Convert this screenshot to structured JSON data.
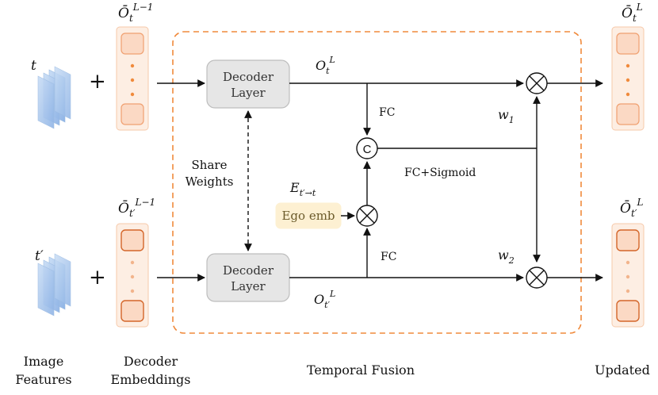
{
  "inputs": {
    "t_label": "t",
    "t_prime_label": "t′",
    "plus": "+"
  },
  "embeddings": {
    "top_label": "Ō",
    "top_sub": "t",
    "top_sup": "L−1",
    "bottom_label": "Ō",
    "bottom_sub": "t′",
    "bottom_sup": "L−1"
  },
  "decoder": {
    "top_line1": "Decoder",
    "top_line2": "Layer",
    "bottom_line1": "Decoder",
    "bottom_line2": "Layer",
    "share_line1": "Share",
    "share_line2": "Weights"
  },
  "fusion": {
    "out_top": "O",
    "out_top_sub": "t",
    "out_top_sup": "L",
    "out_bottom": "O",
    "out_bottom_sub": "t′",
    "out_bottom_sup": "L",
    "fc_top": "FC",
    "fc_bottom": "FC",
    "fc_sigmoid": "FC+Sigmoid",
    "concat_symbol": "C",
    "ego_emb": "Ego emb",
    "ego_label": "E",
    "ego_sub": "t′→t",
    "w1": "w",
    "w1_sub": "1",
    "w2": "w",
    "w2_sub": "2"
  },
  "outputs": {
    "top_label": "Ō",
    "top_sub": "t",
    "top_sup": "L",
    "bottom_label": "Ō",
    "bottom_sub": "t′",
    "bottom_sup": "L"
  },
  "captions": {
    "image_features_1": "Image",
    "image_features_2": "Features",
    "decoder_emb_1": "Decoder",
    "decoder_emb_2": "Embeddings",
    "temporal_fusion": "Temporal Fusion",
    "updated": "Updated"
  },
  "colors": {
    "fusion_border": "#f08a3c",
    "embed_fill": "#fbd9c4",
    "embed_border": "#f0a070",
    "embed_dark_border": "#d4662a",
    "decoder_fill": "#e6e6e6",
    "ego_fill": "#fdf0d2",
    "feature_fill": "#a9c8ee"
  }
}
